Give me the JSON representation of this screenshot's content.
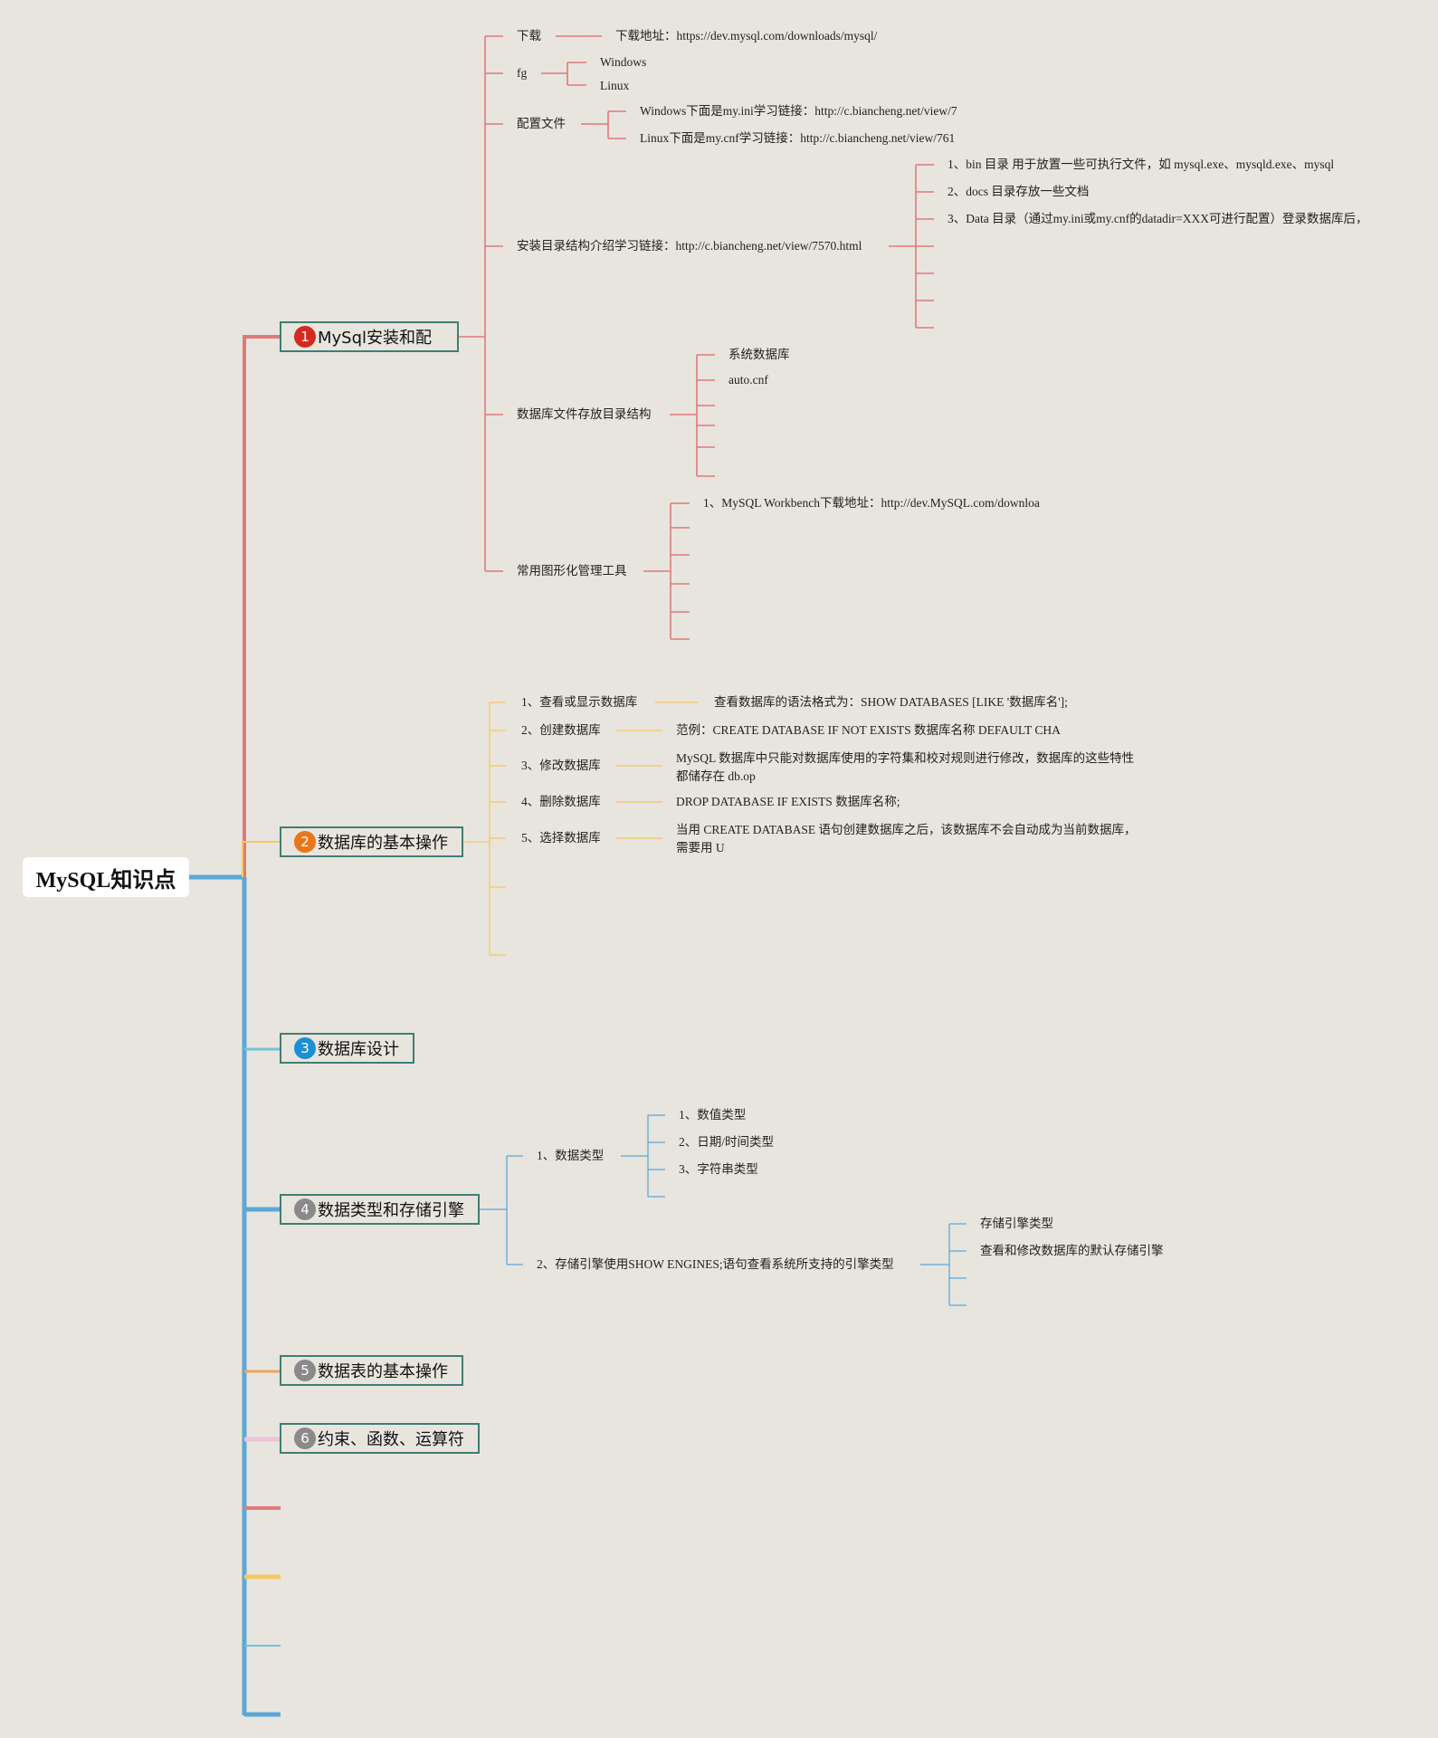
{
  "root": {
    "label": "MySQL知识点"
  },
  "colors": {
    "background": "#e8e5de",
    "root_trunk": "#5aa8d8",
    "branch1": "#e07a7a",
    "branch2": "#f3c866",
    "branch3": "#72c3d6",
    "branch4": "#5aa8d8",
    "branch5": "#f0a35b",
    "branch6": "#eec3d8",
    "badge_red": "#d42a1f",
    "badge_orange": "#e8761a",
    "badge_blue": "#1c8fd4",
    "badge_gray": "#8a8a8a",
    "box_border": "#3f7e73"
  },
  "branches": [
    {
      "num": "1",
      "label": "MySql安装和配",
      "children": [
        {
          "label": "下载",
          "children": [
            {
              "label": "下载地址：https://dev.mysql.com/downloads/mysql/"
            }
          ]
        },
        {
          "label": "fg",
          "children": [
            {
              "label": "Windows"
            },
            {
              "label": "Linux"
            }
          ]
        },
        {
          "label": "配置文件",
          "children": [
            {
              "label": "Windows下面是my.ini学习链接：http://c.biancheng.net/view/7"
            },
            {
              "label": "Linux下面是my.cnf学习链接：http://c.biancheng.net/view/761"
            }
          ]
        },
        {
          "label": "安装目录结构介绍学习链接：http://c.biancheng.net/view/7570.html",
          "children": [
            {
              "label": "1、bin 目录 用于放置一些可执行文件，如 mysql.exe、mysqld.exe、mysql"
            },
            {
              "label": "2、docs 目录存放一些文档"
            },
            {
              "label": "3、Data 目录（通过my.ini或my.cnf的datadir=XXX可进行配置）登录数据库后，"
            }
          ]
        },
        {
          "label": "数据库文件存放目录结构",
          "children": [
            {
              "label": "系统数据库"
            },
            {
              "label": "auto.cnf"
            }
          ]
        },
        {
          "label": "常用图形化管理工具",
          "children": [
            {
              "label": "1、MySQL Workbench下载地址：http://dev.MySQL.com/downloa"
            }
          ]
        }
      ]
    },
    {
      "num": "2",
      "label": "数据库的基本操作",
      "children": [
        {
          "label": "1、查看或显示数据库",
          "children": [
            {
              "label": "查看数据库的语法格式为：SHOW DATABASES [LIKE '数据库名'];"
            }
          ]
        },
        {
          "label": "2、创建数据库",
          "children": [
            {
              "label": "范例：CREATE DATABASE IF NOT EXISTS 数据库名称 DEFAULT CHA"
            }
          ]
        },
        {
          "label": "3、修改数据库",
          "children": [
            {
              "label": "MySQL 数据库中只能对数据库使用的字符集和校对规则进行修改，数据库的这些特性都储存在 db.op"
            }
          ]
        },
        {
          "label": "4、删除数据库",
          "children": [
            {
              "label": "DROP DATABASE IF EXISTS 数据库名称;"
            }
          ]
        },
        {
          "label": "5、选择数据库",
          "children": [
            {
              "label": "当用 CREATE DATABASE 语句创建数据库之后，该数据库不会自动成为当前数据库，需要用 U"
            }
          ]
        }
      ]
    },
    {
      "num": "3",
      "label": "数据库设计",
      "children": []
    },
    {
      "num": "4",
      "label": "数据类型和存储引擎",
      "children": [
        {
          "label": "1、数据类型",
          "children": [
            {
              "label": "1、数值类型"
            },
            {
              "label": "2、日期/时间类型"
            },
            {
              "label": "3、字符串类型"
            }
          ]
        },
        {
          "label": "2、存储引擎使用SHOW ENGINES;语句查看系统所支持的引擎类型",
          "children": [
            {
              "label": "存储引擎类型"
            },
            {
              "label": "查看和修改数据库的默认存储引擎"
            }
          ]
        }
      ]
    },
    {
      "num": "5",
      "label": "数据表的基本操作",
      "children": []
    },
    {
      "num": "6",
      "label": "约束、函数、运算符",
      "children": []
    }
  ]
}
